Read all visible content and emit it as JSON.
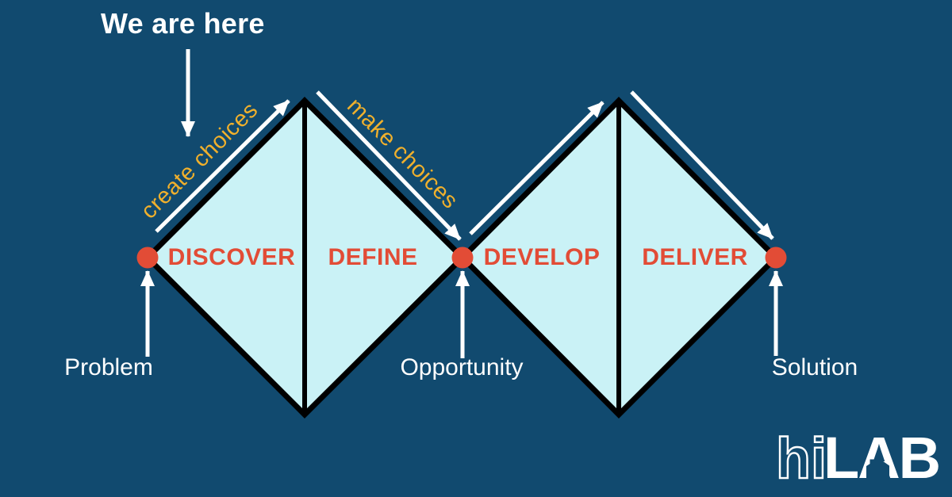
{
  "colors": {
    "background": "#114a6f",
    "diamond_fill": "#caf2f6",
    "outline": "#000000",
    "accent_red": "#e24c36",
    "accent_gold": "#f0b02c",
    "white": "#ffffff"
  },
  "annotation": {
    "we_are_here": "We are here"
  },
  "slope_labels": {
    "create": "create choices",
    "make": "make choices"
  },
  "stages": [
    {
      "label": "DISCOVER"
    },
    {
      "label": "DEFINE"
    },
    {
      "label": "DEVELOP"
    },
    {
      "label": "DELIVER"
    }
  ],
  "nodes": [
    {
      "label": "Problem"
    },
    {
      "label": "Opportunity"
    },
    {
      "label": "Solution"
    }
  ],
  "logo": {
    "outline_text": "hi",
    "solid_text": "LAB"
  }
}
